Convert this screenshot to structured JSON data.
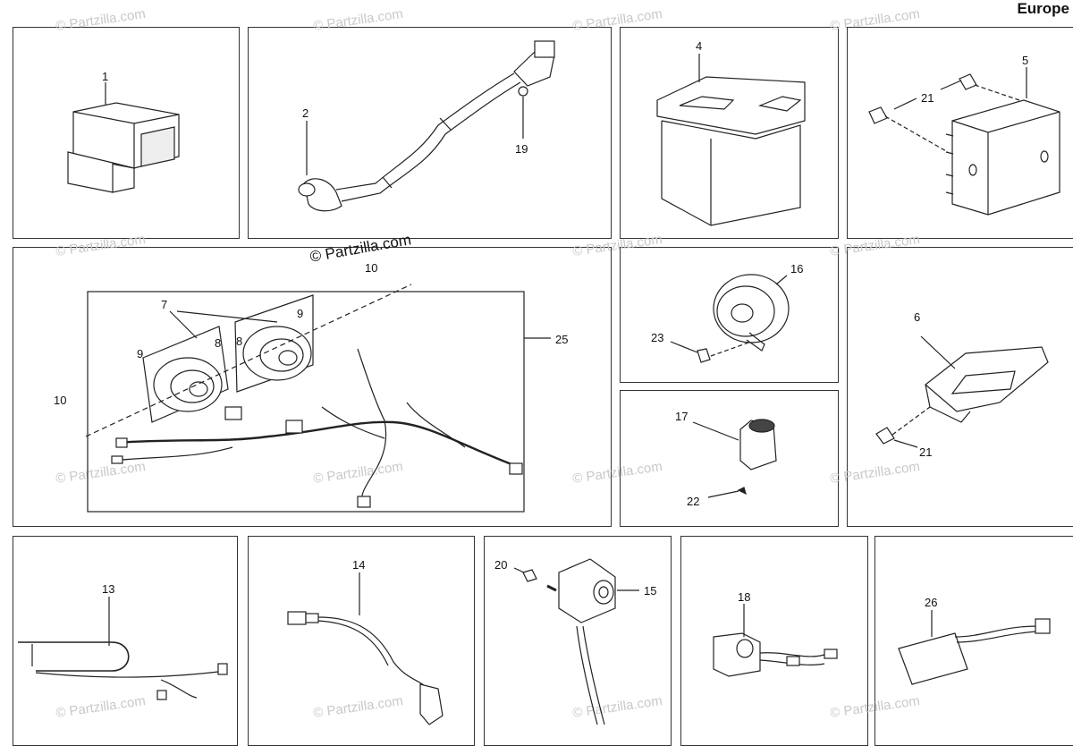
{
  "region_label": "Europe",
  "doc_id": "20t0915a",
  "brand_mark": "© Partzilla.com",
  "watermark": "© Partzilla.com",
  "callouts": {
    "c1": "1",
    "c2": "2",
    "c4": "4",
    "c5": "5",
    "c6": "6",
    "c7": "7",
    "c8a": "8",
    "c8b": "8",
    "c9a": "9",
    "c9b": "9",
    "c10a": "10",
    "c10b": "10",
    "c13": "13",
    "c14": "14",
    "c15": "15",
    "c16": "16",
    "c17": "17",
    "c18": "18",
    "c19": "19",
    "c20": "20",
    "c21a": "21",
    "c21b": "21",
    "c22": "22",
    "c23": "23",
    "c25": "25",
    "c26": "26"
  }
}
